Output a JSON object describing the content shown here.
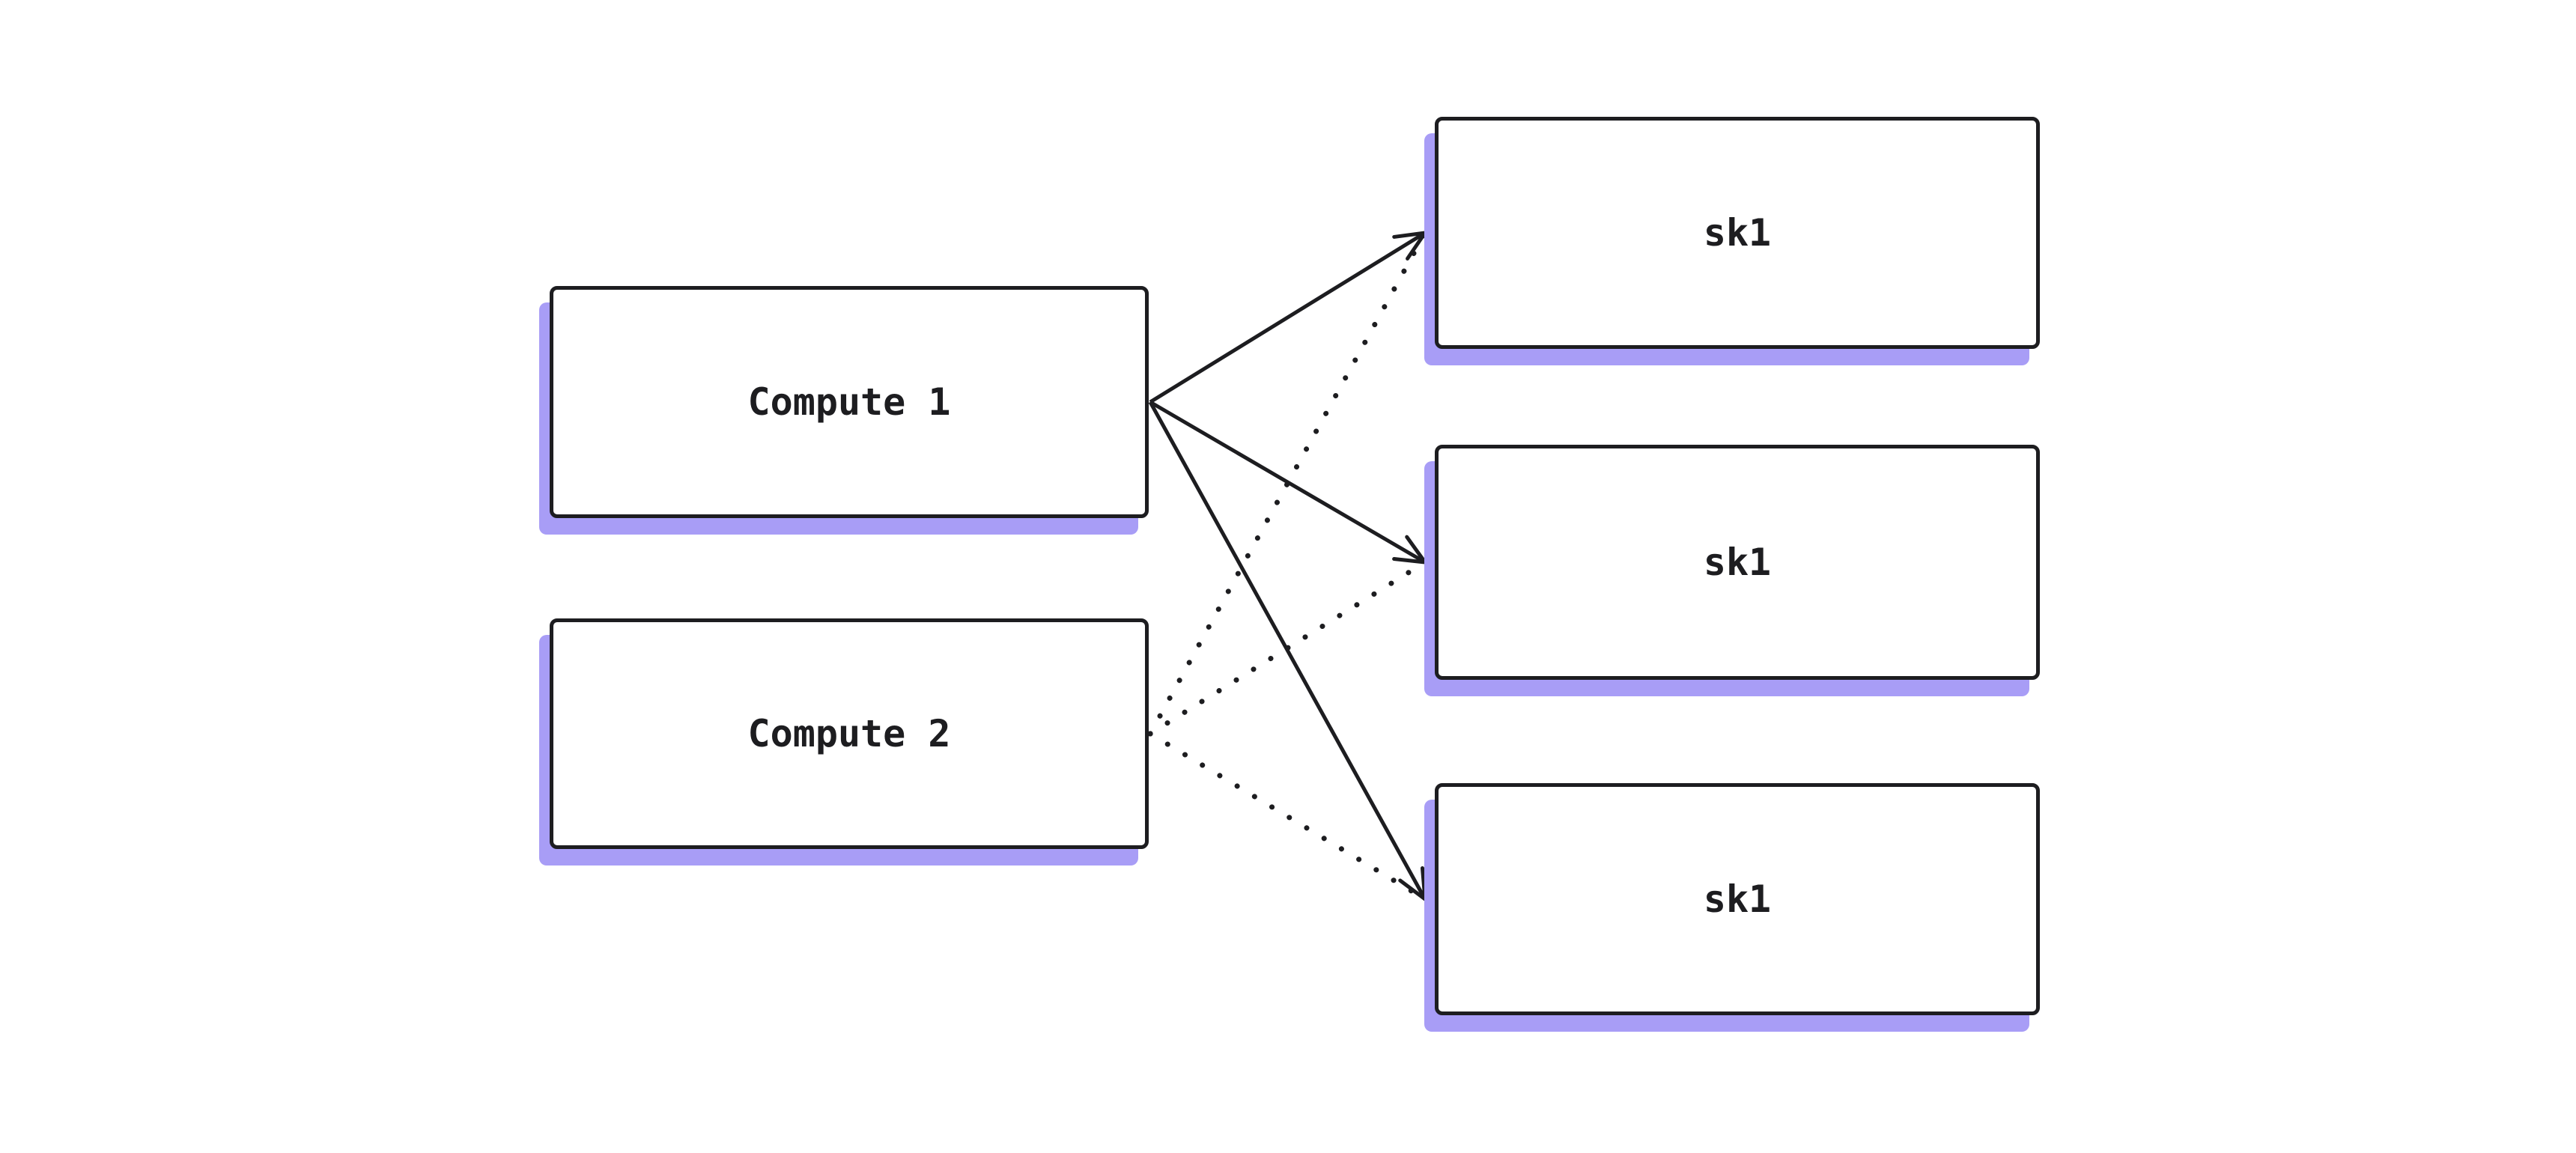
{
  "diagram": {
    "type": "node-link-diagram",
    "background_color": "#ffffff",
    "node_fill_color": "#ffffff",
    "node_border_color": "#1d1d20",
    "node_shadow_color": "#a89df6",
    "edge_color": "#1d1d20",
    "nodes": {
      "compute1": {
        "label": "Compute 1"
      },
      "compute2": {
        "label": "Compute 2"
      },
      "sk1_top": {
        "label": "sk1"
      },
      "sk1_middle": {
        "label": "sk1"
      },
      "sk1_bottom": {
        "label": "sk1"
      }
    },
    "edges": [
      {
        "from": "compute1",
        "to": "sk1_top",
        "style": "solid",
        "arrowhead": true
      },
      {
        "from": "compute1",
        "to": "sk1_middle",
        "style": "solid",
        "arrowhead": true
      },
      {
        "from": "compute1",
        "to": "sk1_bottom",
        "style": "solid",
        "arrowhead": true
      },
      {
        "from": "compute2",
        "to": "sk1_top",
        "style": "dotted",
        "arrowhead": false
      },
      {
        "from": "compute2",
        "to": "sk1_middle",
        "style": "dotted",
        "arrowhead": false
      },
      {
        "from": "compute2",
        "to": "sk1_bottom",
        "style": "dotted",
        "arrowhead": false
      }
    ]
  }
}
